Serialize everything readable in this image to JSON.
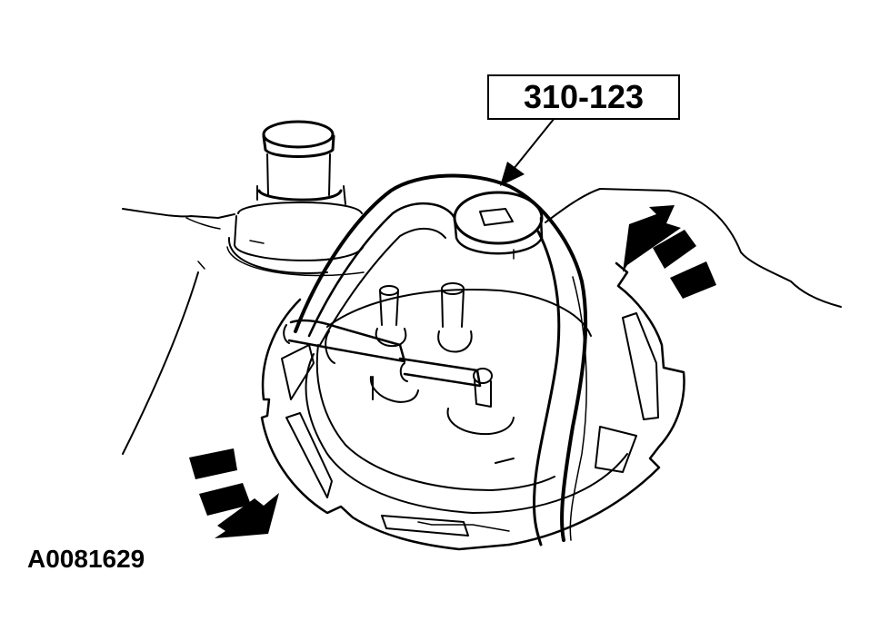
{
  "diagram": {
    "type": "technical-illustration",
    "subject": "fuel pump module locking ring with removal tool",
    "callouts": [
      {
        "label": "310-123",
        "points_to": "special-tool-wrench"
      }
    ],
    "figure_id": "A0081629",
    "arrows": [
      {
        "name": "rotation-arrow-upper-right",
        "direction": "up-left"
      },
      {
        "name": "rotation-arrow-lower-left",
        "direction": "down-right"
      }
    ],
    "colors": {
      "line": "#000000",
      "background": "#ffffff"
    }
  }
}
